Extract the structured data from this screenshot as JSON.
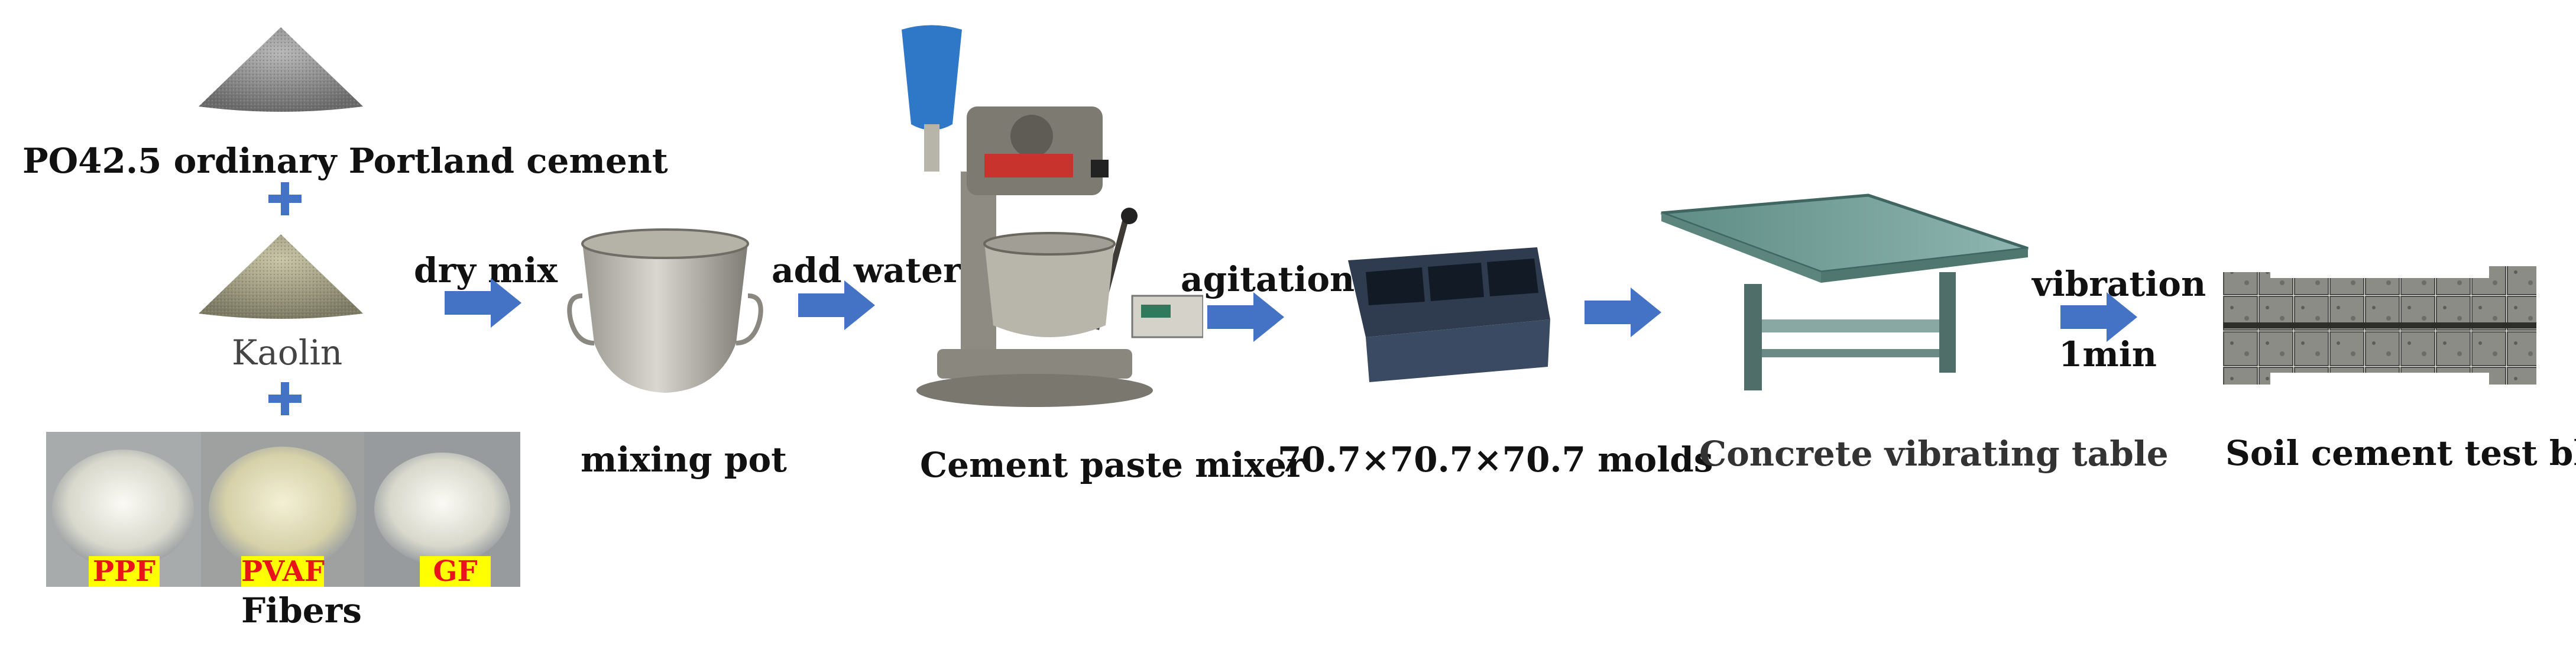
{
  "colors": {
    "arrow": "#4472c4",
    "tag_bg": "#ffff00",
    "tag_text": "#e8131b"
  },
  "materials": {
    "cement_label": "PO42.5 ordinary Portland cement",
    "kaolin_label": "Kaolin",
    "fibers_label": "Fibers",
    "fiber_tags": [
      "PPF",
      "PVAF",
      "GF"
    ]
  },
  "steps": {
    "dry_mix": "dry mix",
    "add_water": "add water",
    "agitation": "agitation",
    "vibration": "vibration",
    "vibration_time": "1min"
  },
  "equipment": {
    "mixing_pot": "mixing pot",
    "paste_mixer": "Cement paste mixer",
    "molds": "70.7×70.7×70.7 molds",
    "vibrating_table": "Concrete vibrating table",
    "test_block": "Soil cement test block"
  },
  "icons": [
    "cement-pile-icon",
    "plus-icon",
    "kaolin-pile-icon",
    "fiber-samples-icon",
    "arrow-right-icon",
    "mixing-pot-icon",
    "paste-mixer-icon",
    "mold-icon",
    "vibrating-table-icon",
    "test-block-icon"
  ]
}
